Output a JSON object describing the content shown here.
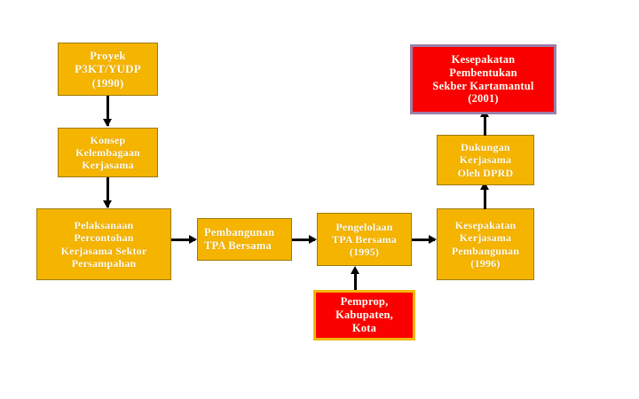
{
  "diagram": {
    "title": "Kartamantul cooperation milestone flowchart",
    "colors": {
      "gold_fill": "#F5B400",
      "gold_border": "#9C7A05",
      "red_fill": "#FA0000",
      "red_border_gold": "#F2B705",
      "red_border_violet": "#9B7FA8",
      "text": "#FFFDF2",
      "connector": "#000000",
      "background": "#FFFFFF"
    },
    "nodes": [
      {
        "id": "proyek-p3kt-yudp",
        "lines": [
          "Proyek",
          "P3KT/YUDP",
          "(1990)"
        ],
        "style": "gold",
        "align": "center"
      },
      {
        "id": "konsep-kelembagaan-kerjasama",
        "lines": [
          "Konsep",
          "Kelembagaan",
          "Kerjasama"
        ],
        "style": "gold",
        "align": "center"
      },
      {
        "id": "pelaksanaan-percontohan",
        "lines": [
          "Pelaksanaan",
          "Percontohan",
          "Kerjasama Sektor",
          "Persampahan"
        ],
        "style": "gold",
        "align": "center"
      },
      {
        "id": "pembangunan-tpa-bersama",
        "lines": [
          "Pembangunan",
          "TPA Bersama"
        ],
        "style": "gold",
        "align": "left"
      },
      {
        "id": "pengelolaan-tpa-bersama",
        "lines": [
          "Pengelolaan",
          "TPA Bersama",
          "(1995)"
        ],
        "style": "gold",
        "align": "center"
      },
      {
        "id": "pemprop-kabupaten-kota",
        "lines": [
          "Pemprop,",
          "Kabupaten,",
          "Kota"
        ],
        "style": "red-gold",
        "align": "center"
      },
      {
        "id": "kesepakatan-kerjasama-pembangunan",
        "lines": [
          "Kesepakatan",
          "Kerjasama",
          "Pembangunan",
          "(1996)"
        ],
        "style": "gold",
        "align": "center"
      },
      {
        "id": "dukungan-kerjasama-dprd",
        "lines": [
          "Dukungan",
          "Kerjasama",
          "Oleh DPRD"
        ],
        "style": "gold",
        "align": "center"
      },
      {
        "id": "kesepakatan-pembentukan-sekber",
        "lines": [
          "Kesepakatan",
          "Pembentukan",
          "Sekber Kartamantul",
          "(2001)"
        ],
        "style": "red-violet",
        "align": "center"
      }
    ]
  }
}
